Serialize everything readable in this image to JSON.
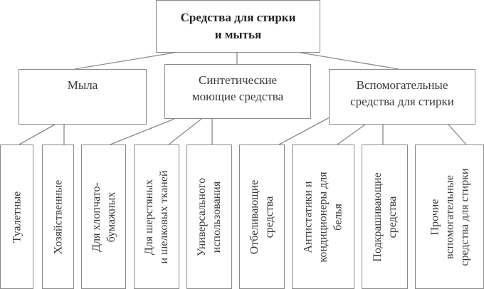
{
  "root": {
    "line1": "Средства для стирки",
    "line2": "и мытья"
  },
  "categories": [
    {
      "line1": "Мыла",
      "line2": ""
    },
    {
      "line1": "Синтетические",
      "line2": "моющие средства"
    },
    {
      "line1": "Вспомогательные",
      "line2": "средства для стирки"
    }
  ],
  "leaves": [
    {
      "lines": [
        "Туалетные"
      ]
    },
    {
      "lines": [
        "Хозяйственные"
      ]
    },
    {
      "lines": [
        "Для хлопчато-",
        "бумажных"
      ]
    },
    {
      "lines": [
        "Для шерстяных",
        "и шелковых тканей"
      ]
    },
    {
      "lines": [
        "Универсального",
        "использования"
      ]
    },
    {
      "lines": [
        "Отбеливающие",
        "средства"
      ]
    },
    {
      "lines": [
        "Антистатики и",
        "кондиционеры для",
        "белья"
      ]
    },
    {
      "lines": [
        "Подкрашивающие",
        "средства"
      ]
    },
    {
      "lines": [
        "Прочие",
        "вспомогательные",
        "средства для стирки"
      ]
    }
  ]
}
